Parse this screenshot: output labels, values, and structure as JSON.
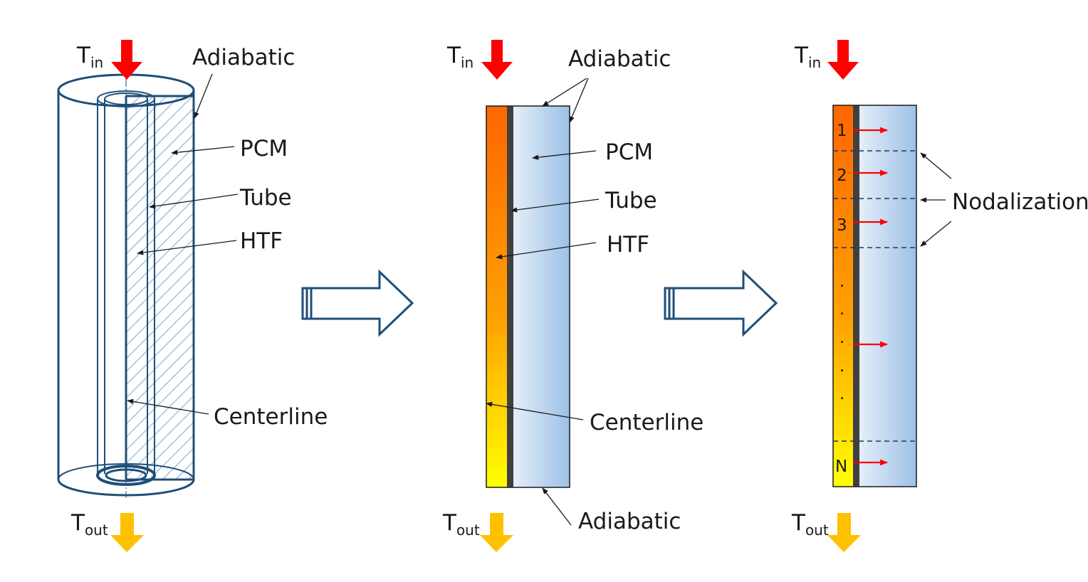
{
  "colors": {
    "outline": "#1f4e79",
    "hot_arrow": "#ff0000",
    "cold_arrow": "#ffc000",
    "pcm_fill_light": "#dce9f7",
    "pcm_fill_dark": "#9dc3e6",
    "htf_top": "#ff6600",
    "htf_bottom": "#ffff00",
    "tube_wall": "#404040",
    "node_arrow": "#ff0000"
  },
  "panel1": {
    "t_in": {
      "base": "T",
      "sub": "in"
    },
    "t_out": {
      "base": "T",
      "sub": "out"
    },
    "adiabatic": "Adiabatic",
    "pcm": "PCM",
    "tube": "Tube",
    "htf": "HTF",
    "centerline": "Centerline"
  },
  "panel2": {
    "t_in": {
      "base": "T",
      "sub": "in"
    },
    "t_out": {
      "base": "T",
      "sub": "out"
    },
    "adiabatic_top": "Adiabatic",
    "adiabatic_bottom": "Adiabatic",
    "pcm": "PCM",
    "tube": "Tube",
    "htf": "HTF",
    "centerline": "Centerline"
  },
  "panel3": {
    "t_in": {
      "base": "T",
      "sub": "in"
    },
    "t_out": {
      "base": "T",
      "sub": "out"
    },
    "nodalization": "Nodalization",
    "nodes": [
      "1",
      "2",
      "3",
      "N"
    ],
    "dots": [
      ".",
      ".",
      ".",
      ".",
      "."
    ]
  }
}
